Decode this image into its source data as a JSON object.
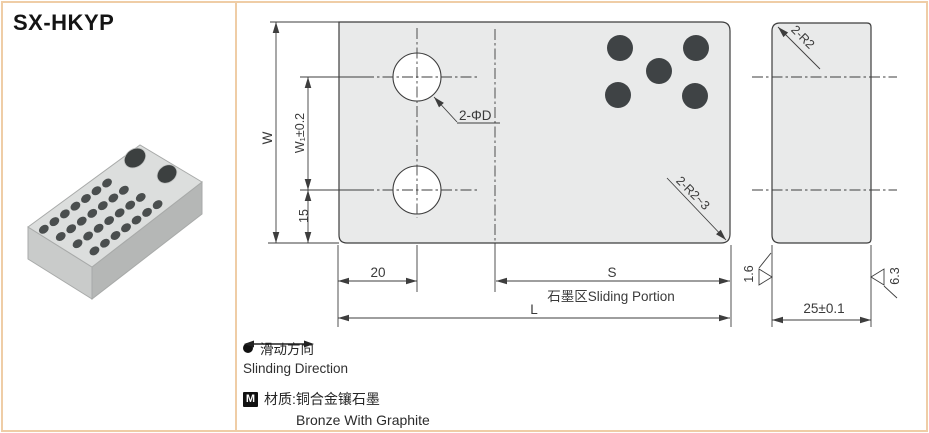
{
  "title": "SX-HKYP",
  "main_view": {
    "dim_w": "W",
    "dim_w1": "W₁±0.2",
    "dim_15": "15",
    "dim_20": "20",
    "dim_s": "S",
    "dim_l": "L",
    "label_holes": "2-ΦD",
    "label_corner_radius": "2-R2~3",
    "label_sliding_portion": "石墨区Sliding Portion"
  },
  "side_view": {
    "label_corner_radius": "2-R2",
    "dim_thickness": "25±0.1",
    "roughness_left": "1.6",
    "roughness_right": "6.3"
  },
  "legend": {
    "sliding_zh": "滑动方向",
    "sliding_en": "Slinding Direction",
    "material_mark": "M",
    "material_zh": "材质:铜合金镶石墨",
    "material_en": "Bronze With Graphite"
  },
  "colors": {
    "frame": "#efcda6",
    "plate_fill": "#e9eaea",
    "line": "#3d3d3d",
    "graphite_dot": "#3f4345"
  }
}
